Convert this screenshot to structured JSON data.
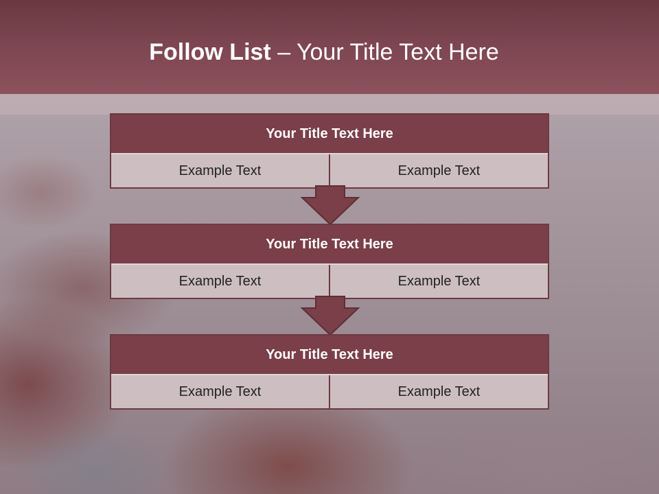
{
  "slide": {
    "title_bold": "Follow List",
    "title_rest": " – Your Title Text Here"
  },
  "blocks": [
    {
      "title": "Your Title Text Here",
      "left": "Example Text",
      "right": "Example Text"
    },
    {
      "title": "Your Title Text Here",
      "left": "Example Text",
      "right": "Example Text"
    },
    {
      "title": "Your Title Text Here",
      "left": "Example Text",
      "right": "Example Text"
    }
  ],
  "colors": {
    "header": "#7c4550",
    "block_title": "#7a3f48",
    "cell": "#cdbec1",
    "arrow": "#7a3f48"
  },
  "icons": [
    "down-arrow-icon",
    "down-arrow-icon"
  ]
}
